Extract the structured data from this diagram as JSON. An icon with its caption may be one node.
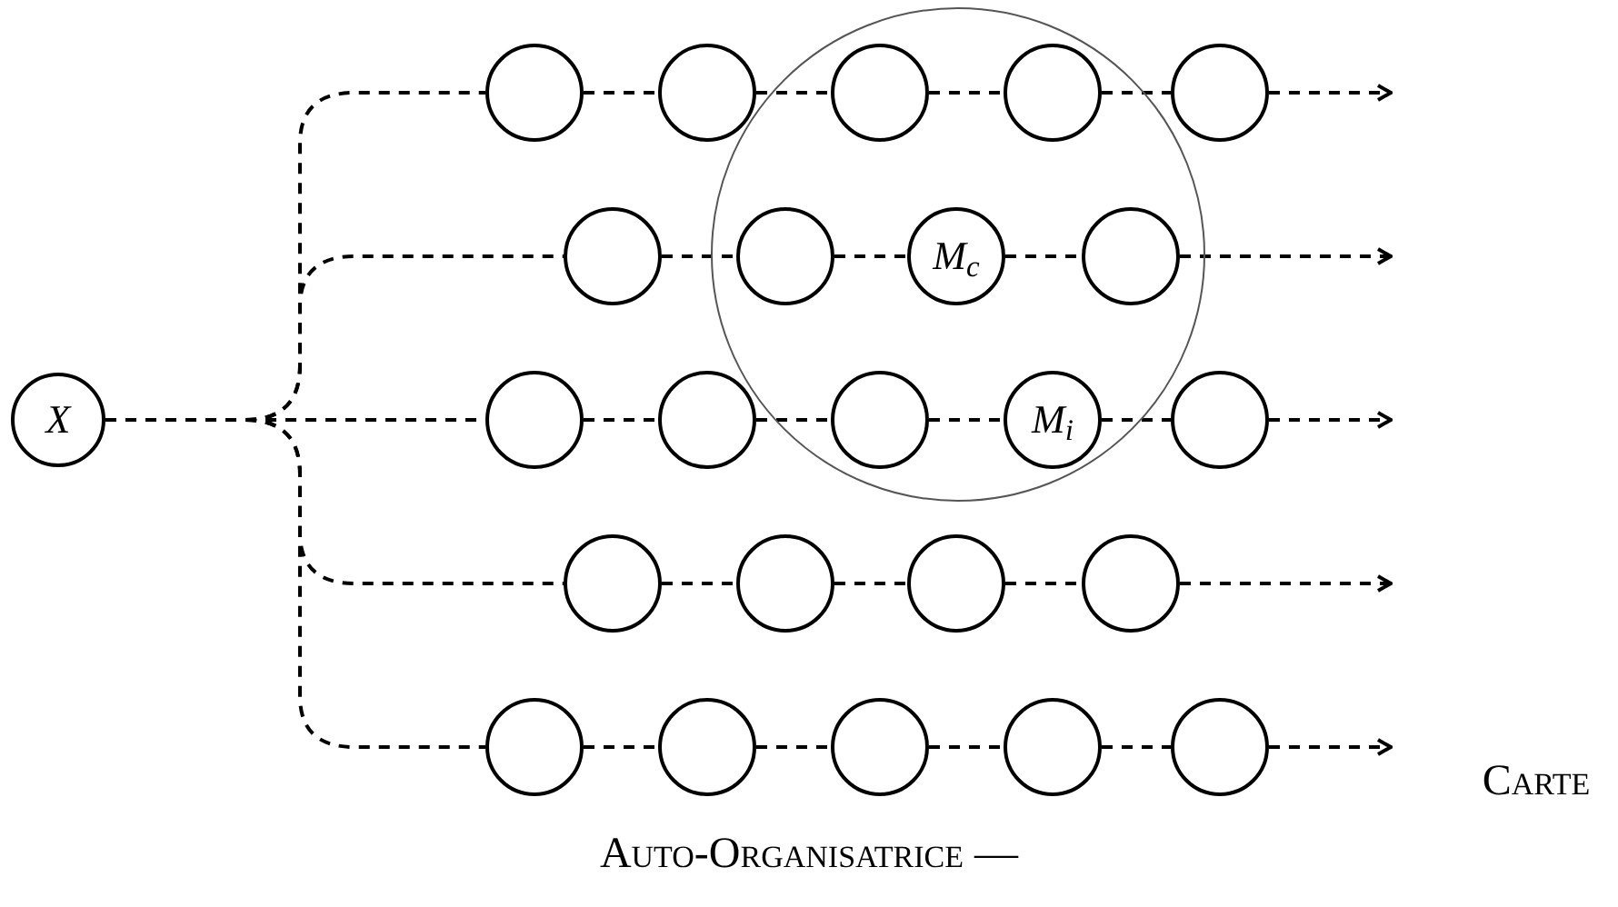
{
  "diagram": {
    "caption": "Carte Auto-Organisatrice —",
    "nodes": [
      {
        "text": [
          "X"
        ]
      },
      {
        "text": [],
        "shape": "circle"
      },
      {
        "text": [],
        "shape": "circle"
      },
      {
        "text": [],
        "shape": "circle"
      },
      {
        "text": [],
        "shape": "circle",
        "in": 1
      },
      {
        "text": [],
        "shape": "circle",
        "in": 1
      },
      {
        "text": [],
        "shape": "circle"
      },
      {
        "text": [],
        "shape": "circle"
      },
      {
        "text": [],
        "shape": "circle",
        "in": 1
      },
      {
        "text": [
          "M$_{c}$"
        ],
        "in": 1
      },
      {
        "text": [],
        "shape": "circle",
        "in": 1
      },
      {
        "text": [],
        "shape": "circle"
      },
      {
        "text": [],
        "shape": "circle"
      },
      {
        "text": [],
        "shape": "circle",
        "in": 1
      },
      {
        "text": [
          "M$_{i}$"
        ],
        "in": 1
      },
      {
        "text": [],
        "shape": "circle"
      },
      {
        "text": [],
        "shape": "circle"
      },
      {
        "text": [],
        "shape": "circle"
      },
      {
        "text": [],
        "shape": "circle"
      },
      {
        "text": [],
        "shape": "circle"
      },
      {
        "text": [],
        "shape": "circle"
      },
      {
        "text": [],
        "shape": "circle"
      },
      {
        "text": [],
        "shape": "circle"
      },
      {
        "text": [],
        "shape": "circle"
      },
      {
        "text": [],
        "shape": "circle"
      }
    ],
    "edges": [
      {
        "from": 0,
        "to": 2,
        "arrow": "none"
      },
      {
        "from": 0,
        "to": 7,
        "arrow": "none"
      },
      {
        "from": 0,
        "to": 11,
        "arrow": "none"
      },
      {
        "from": 0,
        "to": 16,
        "arrow": "none"
      },
      {
        "from": 0,
        "to": 20,
        "arrow": "none"
      },
      {
        "from": 2,
        "to": 3,
        "arrow": "none"
      },
      {
        "from": 3,
        "to": 4,
        "arrow": "none"
      },
      {
        "from": 4,
        "to": 5,
        "arrow": "none"
      },
      {
        "from": 5,
        "to": 6,
        "arrow": "none"
      },
      {
        "from": 6,
        "to": null,
        "arrow": "to"
      },
      {
        "from": 7,
        "to": 8,
        "arrow": "none"
      },
      {
        "from": 8,
        "to": 9,
        "arrow": "none"
      },
      {
        "from": 9,
        "to": 10,
        "arrow": "none"
      },
      {
        "from": 10,
        "to": null,
        "arrow": "to"
      },
      {
        "from": 11,
        "to": 12,
        "arrow": "none"
      },
      {
        "from": 12,
        "to": 13,
        "arrow": "none"
      },
      {
        "from": 13,
        "to": 14,
        "arrow": "none"
      },
      {
        "from": 14,
        "to": 15,
        "arrow": "none"
      },
      {
        "from": 15,
        "to": null,
        "arrow": "to"
      },
      {
        "from": 16,
        "to": 17,
        "arrow": "none"
      },
      {
        "from": 17,
        "to": 18,
        "arrow": "none"
      },
      {
        "from": 18,
        "to": 19,
        "arrow": "none"
      },
      {
        "from": 19,
        "to": null,
        "arrow": "to"
      },
      {
        "from": 20,
        "to": 21,
        "arrow": "none"
      },
      {
        "from": 21,
        "to": 22,
        "arrow": "none"
      },
      {
        "from": 22,
        "to": 23,
        "arrow": "none"
      },
      {
        "from": 23,
        "to": 24,
        "arrow": "none"
      },
      {
        "from": 24,
        "to": null,
        "arrow": "to"
      }
    ]
  }
}
